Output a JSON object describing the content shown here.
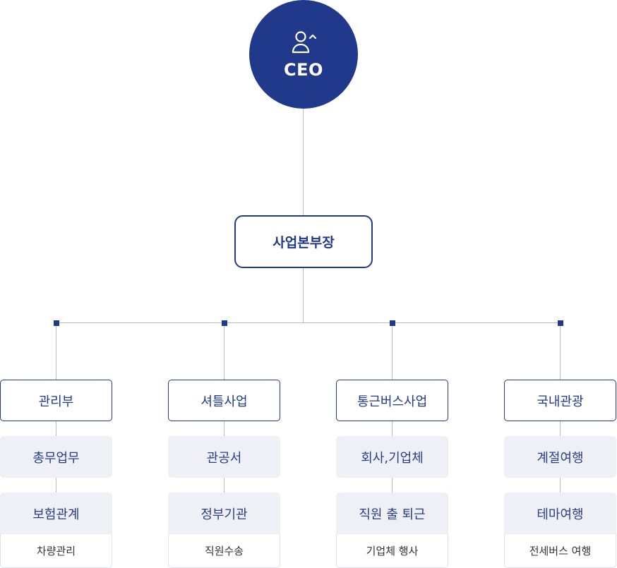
{
  "ceo": {
    "label": "CEO",
    "icon": "person-icon"
  },
  "head": {
    "label": "사업본부장"
  },
  "colors": {
    "primary": "#21398a",
    "team_bg": "#eef0f6",
    "line": "#b9bcc4"
  },
  "departments": [
    {
      "name": "관리부",
      "teams": [
        "총무업무",
        "보험관계"
      ],
      "sub": "차량관리"
    },
    {
      "name": "셔틀사업",
      "teams": [
        "관공서",
        "정부기관"
      ],
      "sub": "직원수송"
    },
    {
      "name": "통근버스사업",
      "teams": [
        "회사,기업체",
        "직원 출 퇴근"
      ],
      "sub": "기업체 행사"
    },
    {
      "name": "국내관광",
      "teams": [
        "계절여행",
        "테마여행"
      ],
      "sub": "전세버스 여행"
    }
  ]
}
